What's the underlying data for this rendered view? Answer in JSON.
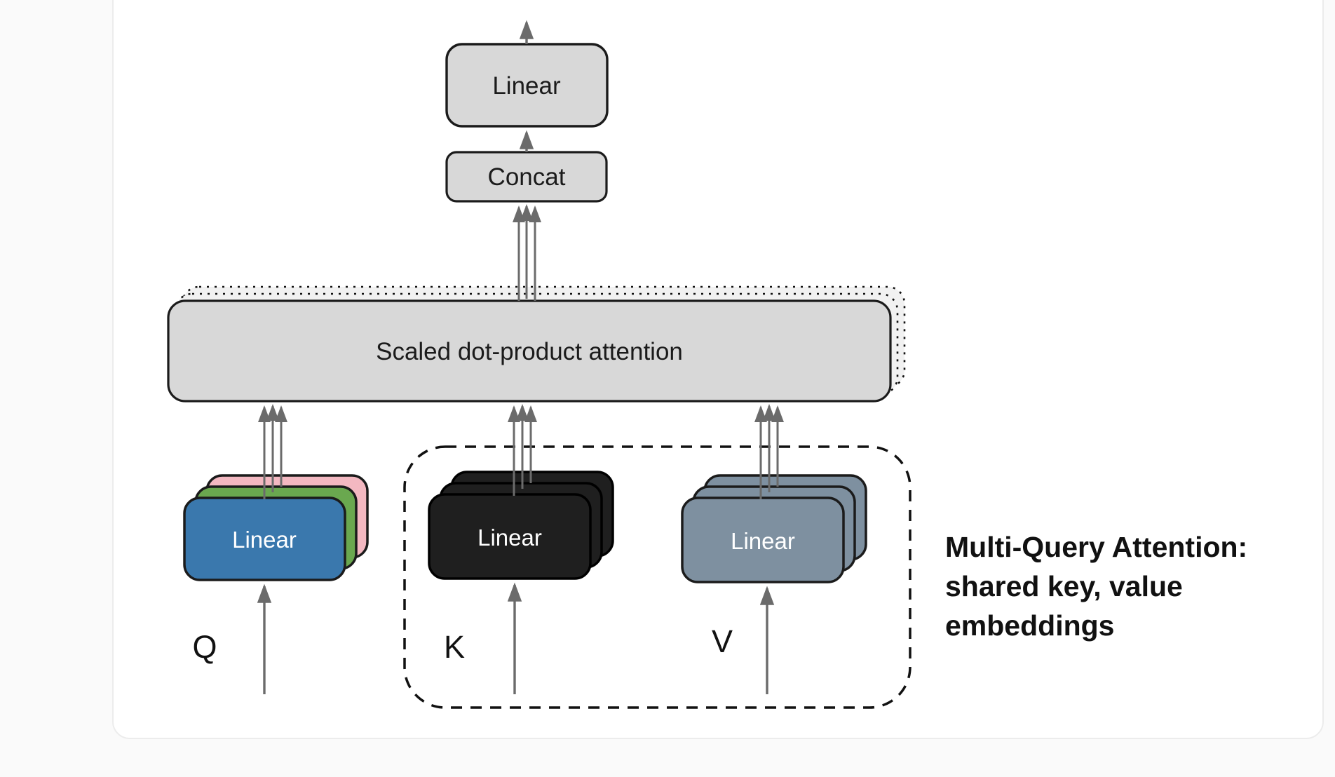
{
  "diagram": {
    "output_linear_label": "Linear",
    "concat_label": "Concat",
    "attention_label": "Scaled dot-product attention",
    "query_linear_label": "Linear",
    "key_linear_label": "Linear",
    "value_linear_label": "Linear",
    "query_input_label": "Q",
    "key_input_label": "K",
    "value_input_label": "V"
  },
  "annotation": {
    "line1": "Multi-Query Attention:",
    "line2": "shared key, value",
    "line3": "embeddings"
  },
  "colors": {
    "card_bg": "#ffffff",
    "card_border": "#ececec",
    "box_gray": "#d8d8d8",
    "box_gray_shadow": "#f1f1f1",
    "outline_dark": "#1b1b1b",
    "query_blue": "#3a78ad",
    "query_green": "#6aa84f",
    "query_pink": "#f3b8c1",
    "key_black": "#1f1f1f",
    "value_slate": "#7e90a0",
    "arrow_gray": "#6b6b6b"
  }
}
